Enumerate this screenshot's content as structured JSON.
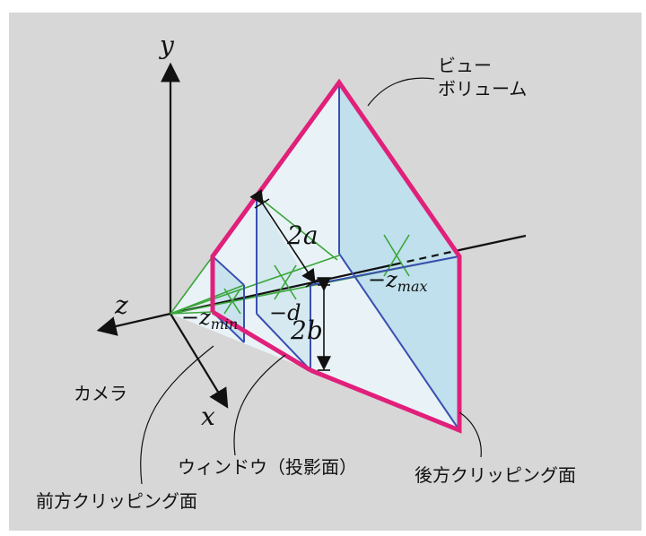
{
  "labels": {
    "axis_y": "y",
    "axis_z": "z",
    "axis_x": "x",
    "view_volume_line1": "ビュー",
    "view_volume_line2": "ボリューム",
    "two_a": "2a",
    "two_b": "2b",
    "neg_z_max_sign": "−",
    "neg_z_max_var": "z",
    "neg_z_max_sub": "max",
    "neg_z_min_sign": "−",
    "neg_z_min_var": "z",
    "neg_z_min_sub": "min",
    "neg_d": "−d",
    "camera": "カメラ",
    "window": "ウィンドウ（投影面）",
    "back_clipping": "後方クリッピング面",
    "front_clipping": "前方クリッピング面"
  },
  "colors": {
    "background": "#d7d7d7",
    "frustum_edge": "#e0207a",
    "plane_edge": "#3a4fb0",
    "sight_lines": "#3aa63a",
    "volume_fill": "#cfe4ee"
  }
}
